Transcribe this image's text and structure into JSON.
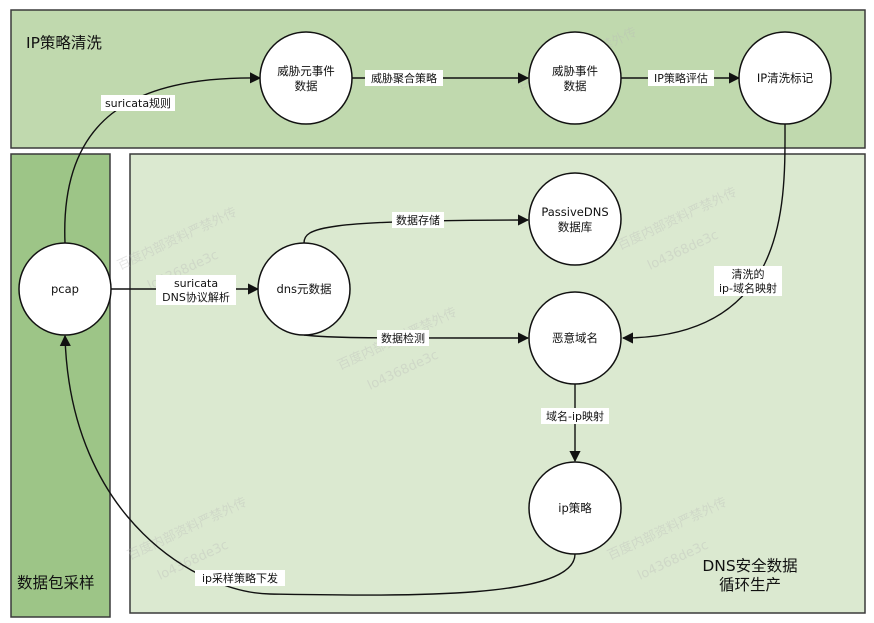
{
  "regions": {
    "ip_policy": "IP策略清洗",
    "packet_sampling": "数据包采样",
    "dns_loop": [
      "DNS安全数据",
      "循环生产"
    ]
  },
  "nodes": {
    "threat_meta": [
      "威胁元事件",
      "数据"
    ],
    "threat_event": [
      "威胁事件",
      "数据"
    ],
    "ip_clean_mark": [
      "IP清洗标记"
    ],
    "pcap": [
      "pcap"
    ],
    "dns_meta": [
      "dns元数据"
    ],
    "passive_dns": [
      "PassiveDNS",
      "数据库"
    ],
    "malicious_domain": [
      "恶意域名"
    ],
    "ip_policy": [
      "ip策略"
    ]
  },
  "edges": {
    "suricata_rules": [
      "suricata规则"
    ],
    "threat_aggregation": [
      "威胁聚合策略"
    ],
    "ip_policy_eval": [
      "IP策略评估"
    ],
    "cleaned_mapping": [
      "清洗的",
      "ip-域名映射"
    ],
    "suricata_dns": [
      "suricata",
      "DNS协议解析"
    ],
    "data_storage": [
      "数据存储"
    ],
    "data_detection": [
      "数据检测"
    ],
    "domain_ip_mapping": [
      "域名-ip映射"
    ],
    "ip_sampling_policy": [
      "ip采样策略下发"
    ]
  },
  "colors": {
    "top_region": "#c0d9ae",
    "left_region": "#9dc587",
    "main_region": "#dbe9d0",
    "node_fill": "#ffffff",
    "stroke": "#111111"
  },
  "watermark": [
    "百度内部资料严禁外传",
    "lo4368de3c"
  ]
}
